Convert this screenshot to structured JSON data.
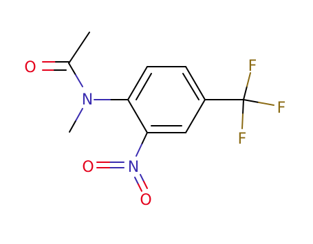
{
  "molecule": {
    "atoms": {
      "O1": {
        "label": "O",
        "color": "#e4001b"
      },
      "N1": {
        "label": "N",
        "color": "#3a2cb0"
      },
      "O2": {
        "label": "O",
        "color": "#e4001b"
      },
      "N2": {
        "label": "N",
        "color": "#3a2cb0"
      },
      "O3": {
        "label": "O",
        "color": "#e4001b"
      },
      "F1": {
        "label": "F",
        "color": "#8a6a13"
      },
      "F2": {
        "label": "F",
        "color": "#8a6a13"
      },
      "F3": {
        "label": "F",
        "color": "#8a6a13"
      }
    },
    "bond_color": "#000000"
  }
}
